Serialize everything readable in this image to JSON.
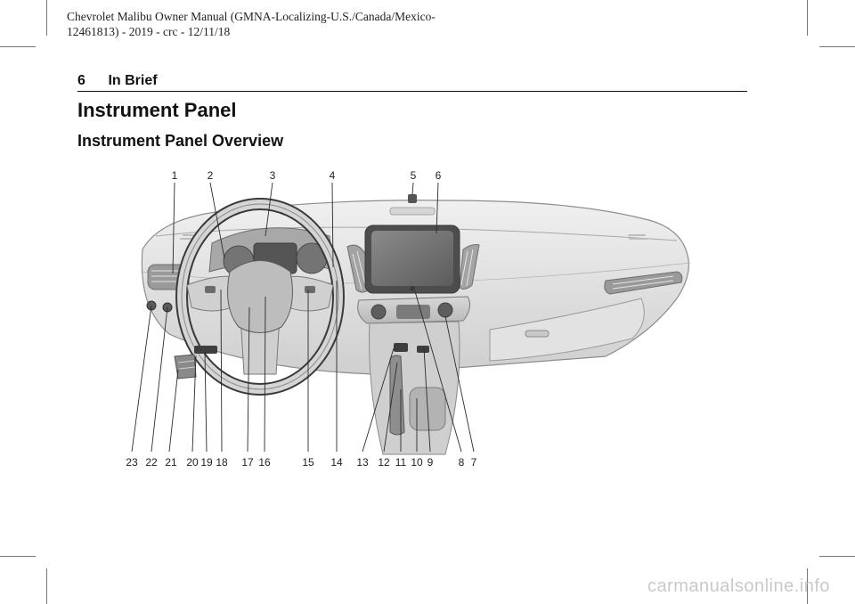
{
  "header": {
    "meta_line1": "Chevrolet  Malibu  Owner  Manual  (GMNA-Localizing-U.S./Canada/Mexico-",
    "meta_line2": "12461813) - 2019 - crc - 12/11/18"
  },
  "running_head": {
    "page_number": "6",
    "section": "In Brief"
  },
  "headings": {
    "title": "Instrument Panel",
    "subtitle": "Instrument Panel Overview"
  },
  "figure": {
    "top_callouts": [
      "1",
      "2",
      "3",
      "4",
      "5",
      "6"
    ],
    "bottom_callouts": [
      "23",
      "22",
      "21",
      "20",
      "19",
      "18",
      "17",
      "16",
      "15",
      "14",
      "13",
      "12",
      "11",
      "10",
      "9",
      "8",
      "7"
    ]
  },
  "watermark": "carmanualsonline.info"
}
